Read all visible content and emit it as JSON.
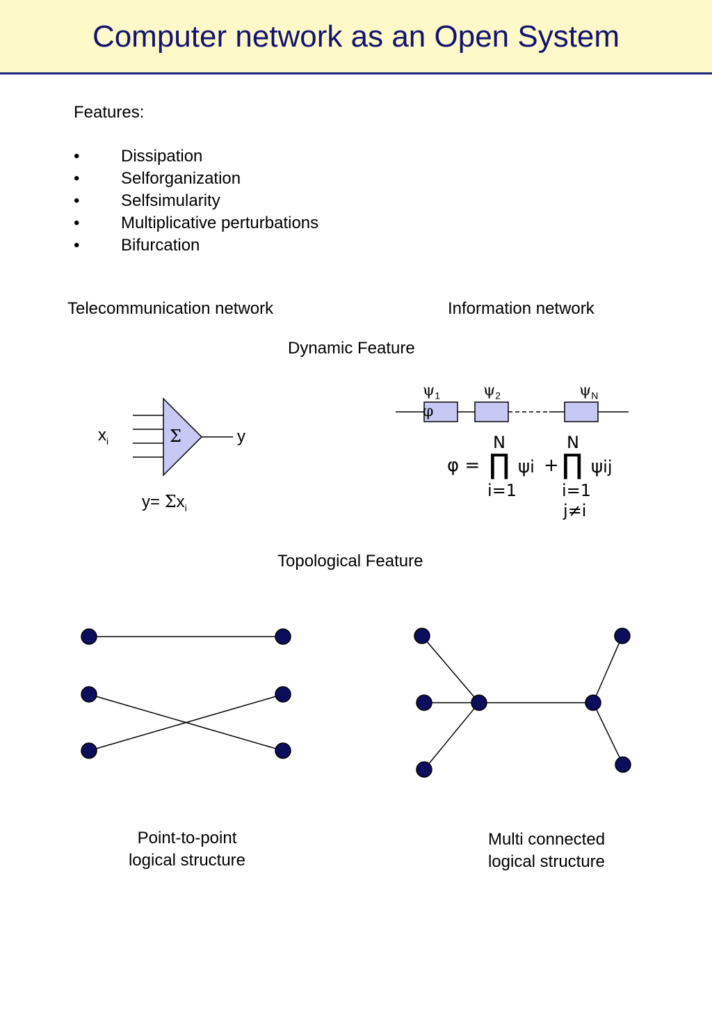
{
  "title": "Computer network as an Open System",
  "features": {
    "heading": "Features:",
    "bullet": "•",
    "items": [
      "Dissipation",
      "Selforganization",
      "Selfsimularity",
      "Multiplicative perturbations",
      "Bifurcation"
    ]
  },
  "columns": {
    "left": "Telecommunication network",
    "right": "Information network"
  },
  "dynamic": {
    "heading": "Dynamic Feature",
    "adder": {
      "symbol": "Σ",
      "input": "x",
      "input_sub": "i",
      "output": "y",
      "formula_prefix": "y= ",
      "formula_sigma": "Σ",
      "formula_var": "x",
      "formula_sub": "i"
    },
    "chain": {
      "psi1": "ψ",
      "psi1_sub": "1",
      "psi2": "ψ",
      "psi2_sub": "2",
      "psiN": "ψ",
      "psiN_sub": "N",
      "phi": "φ"
    },
    "equation": {
      "lhs": "φ =",
      "top1": "N",
      "prod1": "∏",
      "term1": "ψ",
      "term1_sub": "i",
      "bottom1": "i=1",
      "plus": "+",
      "top2": "N",
      "prod2": "∏",
      "term2": "ψ",
      "term2_sub": "ij",
      "bottom2a": "i=1",
      "bottom2b": "j≠i"
    }
  },
  "topological": {
    "heading": "Topological Feature",
    "left_caption_1": "Point-to-point",
    "left_caption_2": "logical structure",
    "right_caption_1": "Multi connected",
    "right_caption_2": "logical structure"
  },
  "colors": {
    "title": "#131370",
    "header_bg": "#fdf9c9",
    "node": "#0d0d5e",
    "box_fill": "#c8c8f5"
  }
}
